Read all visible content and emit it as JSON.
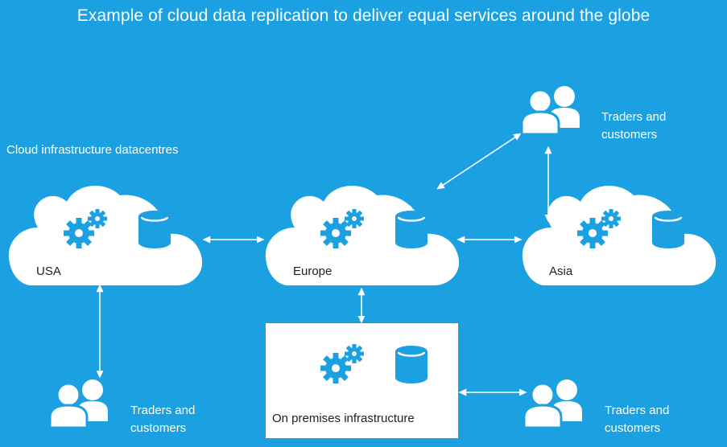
{
  "title": "Example of cloud data replication to deliver equal services around the globe",
  "section_label": "Cloud infrastructure datacentres",
  "clouds": {
    "usa": "USA",
    "europe": "Europe",
    "asia": "Asia"
  },
  "on_premises": "On premises infrastructure",
  "user_groups": {
    "top_right": "Traders and customers",
    "bottom_left": "Traders and customers",
    "bottom_right": "Traders and customers"
  },
  "colors": {
    "background": "#1ba1e2",
    "foreground": "#ffffff",
    "label_dark": "#1f1f1f"
  }
}
